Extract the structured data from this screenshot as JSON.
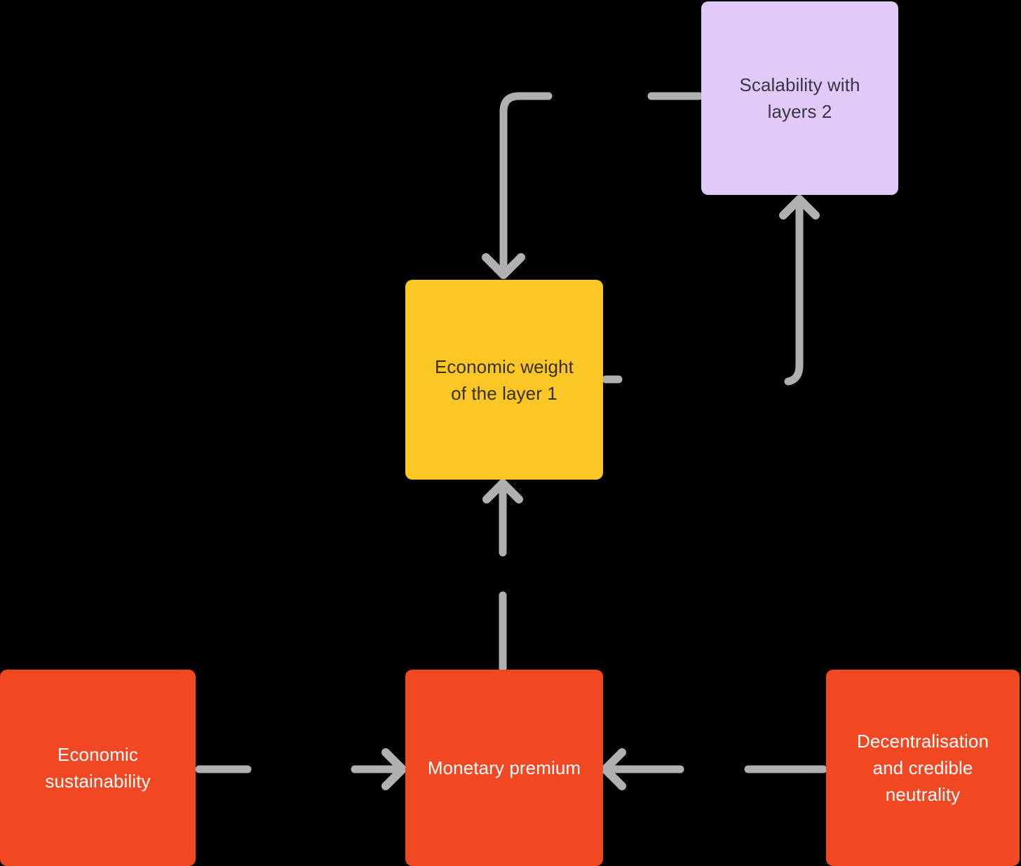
{
  "diagram": {
    "background_color": "#000000",
    "arrow_color": "#b1afaf",
    "nodes": [
      {
        "id": "scalability-layers-2",
        "label": "Scalability with layers 2",
        "lines": [
          "Scalability with",
          "layers 2"
        ],
        "fill": "#e0cbf8",
        "text_color": "#3a3343"
      },
      {
        "id": "economic-weight-layer-1",
        "label": "Economic weight of the layer 1",
        "lines": [
          "Economic weight",
          "of the layer 1"
        ],
        "fill": "#fbc726",
        "text_color": "#382f17"
      },
      {
        "id": "economic-sustainability",
        "label": "Economic sustainability",
        "lines": [
          "Economic",
          "sustainability"
        ],
        "fill": "#ef4823",
        "text_color": "#ffffff"
      },
      {
        "id": "monetary-premium",
        "label": "Monetary premium",
        "lines": [
          "Monetary premium"
        ],
        "fill": "#ef4823",
        "text_color": "#ffffff"
      },
      {
        "id": "decentralisation-credible-neutrality",
        "label": "Decentralisation and credible neutrality",
        "lines": [
          "Decentralisation",
          "and credible",
          "neutrality"
        ],
        "fill": "#ef4823",
        "text_color": "#ffffff"
      }
    ],
    "edges": [
      {
        "from": "scalability-layers-2",
        "to": "economic-weight-layer-1"
      },
      {
        "from": "economic-weight-layer-1",
        "to": "scalability-layers-2"
      },
      {
        "from": "monetary-premium",
        "to": "economic-weight-layer-1"
      },
      {
        "from": "economic-sustainability",
        "to": "monetary-premium"
      },
      {
        "from": "decentralisation-credible-neutrality",
        "to": "monetary-premium"
      }
    ]
  }
}
